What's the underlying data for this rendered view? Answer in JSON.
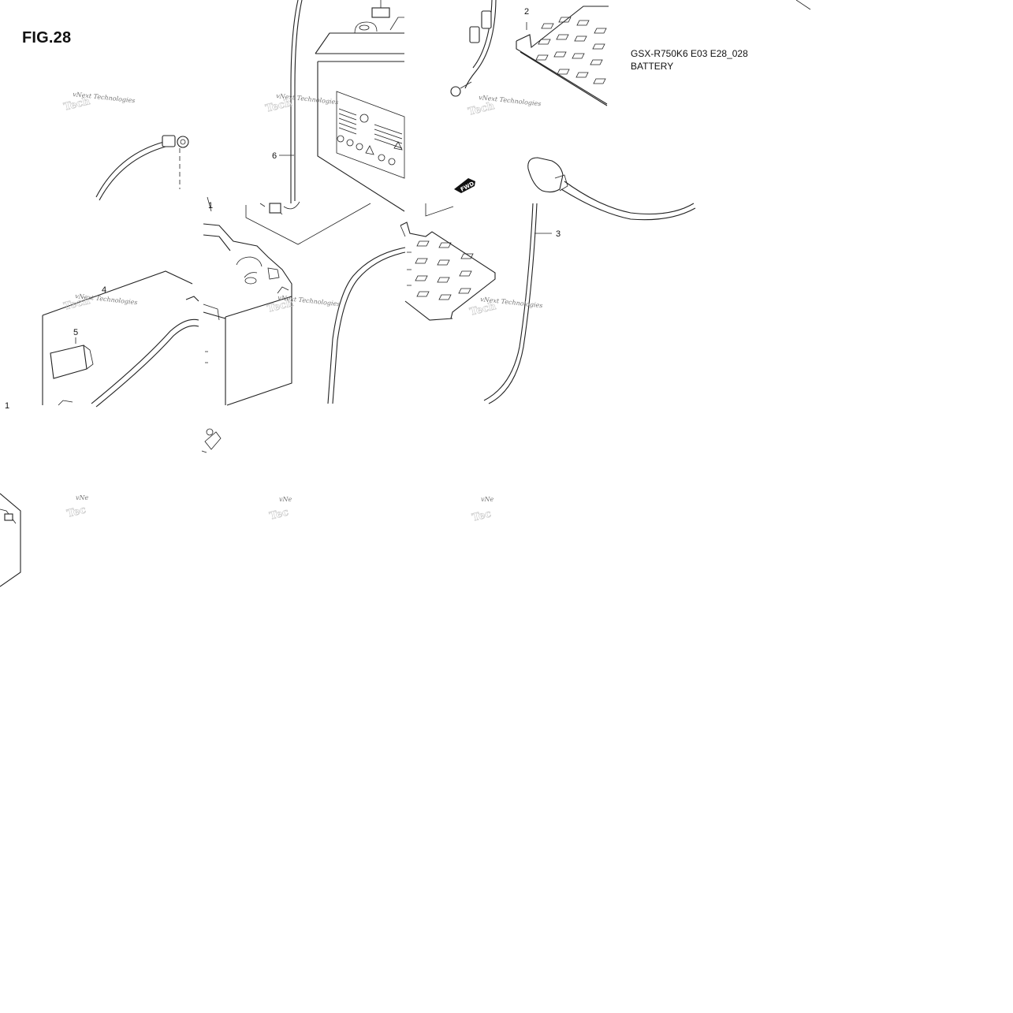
{
  "figure": {
    "title": "FIG.28"
  },
  "model": {
    "code": "GSX-R750K6 E03 E28_028",
    "name": "BATTERY"
  },
  "callouts": [
    {
      "id": "callout-1-a",
      "label": "1"
    },
    {
      "id": "callout-1-b",
      "label": "1"
    },
    {
      "id": "callout-2",
      "label": "2"
    },
    {
      "id": "callout-3",
      "label": "3"
    },
    {
      "id": "callout-4",
      "label": "4"
    },
    {
      "id": "callout-5",
      "label": "5"
    },
    {
      "id": "callout-6",
      "label": "6"
    }
  ],
  "forward_arrow": {
    "label": "FWD"
  },
  "watermark": {
    "text": "vNext Technologies",
    "partial": "vNe"
  },
  "colors": {
    "line": "#222222",
    "watermark": "#777777",
    "background": "#ffffff"
  }
}
